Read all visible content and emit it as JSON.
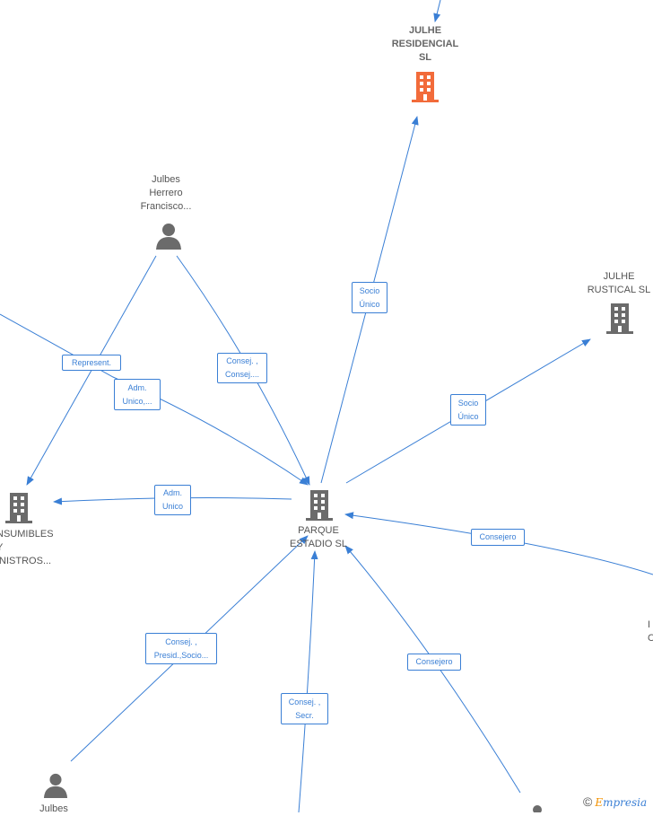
{
  "nodes": {
    "julhe_residencial": {
      "label": "JULHE\nRESIDENCIAL\nSL",
      "icon": "building-icon",
      "color": "#f26b3a"
    },
    "julbes_herrero": {
      "label": "Julbes\nHerrero\nFrancisco...",
      "icon": "person-icon",
      "color": "#6b6b6b"
    },
    "julhe_rustical": {
      "label": "JULHE\nRUSTICAL  SL",
      "icon": "building-icon",
      "color": "#6b6b6b"
    },
    "consumibles": {
      "label": "NSUMIBLES\nY\nINISTROS...",
      "icon": "building-icon",
      "color": "#6b6b6b"
    },
    "parque_estadio": {
      "label": "PARQUE\nESTADIO SL",
      "icon": "building-icon",
      "color": "#6b6b6b"
    },
    "julbes_bottom": {
      "label": "Julbes",
      "icon": "person-icon",
      "color": "#6b6b6b"
    },
    "right_partial": {
      "label": "I\nC",
      "icon": "none",
      "color": "#6b6b6b"
    }
  },
  "edge_labels": {
    "socio_unico_1": "Socio\nÚnico",
    "socio_unico_2": "Socio\nÚnico",
    "represent": "Represent.",
    "adm_unico_1": "Adm.\nUnico,...",
    "consej_1": "Consej. ,\nConsej....",
    "adm_unico_2": "Adm.\nUnico",
    "consejero_1": "Consejero",
    "consej_presid": "Consej. ,\nPresid.,Socio...",
    "consej_secr": "Consej. ,\nSecr.",
    "consejero_2": "Consejero"
  },
  "watermark": {
    "symbol": "©",
    "brand_first": "E",
    "brand_rest": "mpresia"
  },
  "colors": {
    "edge": "#3a7fd5",
    "highlight": "#f26b3a",
    "node": "#6b6b6b"
  }
}
